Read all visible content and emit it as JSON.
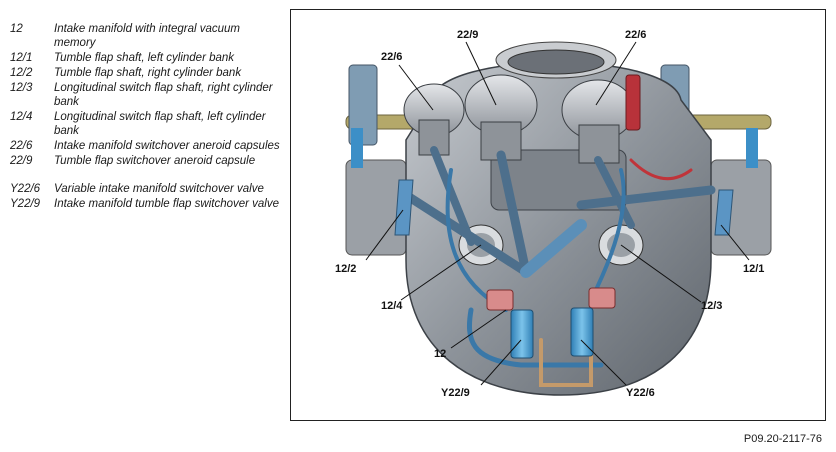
{
  "legend": [
    {
      "code": "12",
      "text": "Intake manifold with integral vacuum memory"
    },
    {
      "code": "12/1",
      "text": "Tumble flap shaft, left cylinder bank"
    },
    {
      "code": "12/2",
      "text": "Tumble flap shaft, right cylinder bank"
    },
    {
      "code": "12/3",
      "text": "Longitudinal switch flap shaft, right cylinder bank"
    },
    {
      "code": "12/4",
      "text": "Longitudinal switch flap shaft, left cylinder bank"
    },
    {
      "code": "22/6",
      "text": "Intake manifold switchover aneroid capsules"
    },
    {
      "code": "22/9",
      "text": "Tumble flap switchover aneroid capsule"
    },
    {
      "code": "Y22/6",
      "text": "Variable intake manifold switchover valve"
    },
    {
      "code": "Y22/9",
      "text": "Intake manifold tumble flap switchover valve"
    }
  ],
  "callouts": {
    "c_22_6_left": "22/6",
    "c_22_9": "22/9",
    "c_22_6_right": "22/6",
    "c_12_2": "12/2",
    "c_12_1": "12/1",
    "c_12_4": "12/4",
    "c_12_3": "12/3",
    "c_12": "12",
    "c_y22_9": "Y22/9",
    "c_y22_6": "Y22/6"
  },
  "reference": "P09.20-2117-76",
  "colors": {
    "manifold": "#8a8f96",
    "capsule": "#a9adb3",
    "hose_blue": "#3a78a8",
    "valve_blue": "#4aa3d6",
    "accent_red": "#c0343a",
    "shaft_blue": "#5b8fb8"
  }
}
